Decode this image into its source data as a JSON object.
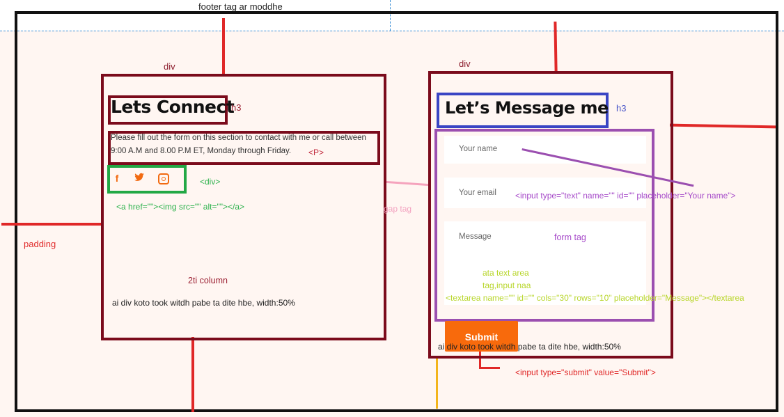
{
  "annotations": {
    "footer_note": "footer tag ar moddhe",
    "div_left": "div",
    "div_right": "div",
    "h3_left": "h3",
    "h3_right": "h3",
    "p_tag": "<P>",
    "div_tag": "<div>",
    "a_tag": "<a href=\"\"><img src=\"\" alt=\"\"></a>",
    "padding": "padding",
    "gap_tag": "gap tag",
    "column": "2ti column",
    "width_left": "ai div koto took witdh pabe ta dite hbe, width:50%",
    "width_right": "ai div koto took witdh pabe ta dite hbe, width:50%",
    "input_tag": "<input type=\"text\" name=\"\" id=\"\" placeholder=\"Your name\">",
    "form_tag": "form tag",
    "textarea_line1": "ata text area",
    "textarea_line2": "tag,input naa",
    "textarea_tag": "<textarea name=\"\" id=\"\" cols=\"30\" rows=\"10\" placeholder=\"Message\"></textarea",
    "submit_tag": "<input type=\"submit\" value=\"Submit\">"
  },
  "left_card": {
    "title": "Lets Connect",
    "description": "Please fill out the form on this section to contact with me or call between 9:00 A.M and 8.00 P.M ET, Monday through Friday.",
    "social_icons": [
      "facebook-icon",
      "twitter-icon",
      "instagram-icon"
    ]
  },
  "right_card": {
    "title": "Let’s Message me",
    "form": {
      "name_placeholder": "Your name",
      "email_placeholder": "Your email",
      "message_placeholder": "Message",
      "submit_label": "Submit"
    }
  },
  "colors": {
    "accent": "#f86a0c",
    "card_border": "#7b0b1c",
    "background": "#fff6f2"
  }
}
